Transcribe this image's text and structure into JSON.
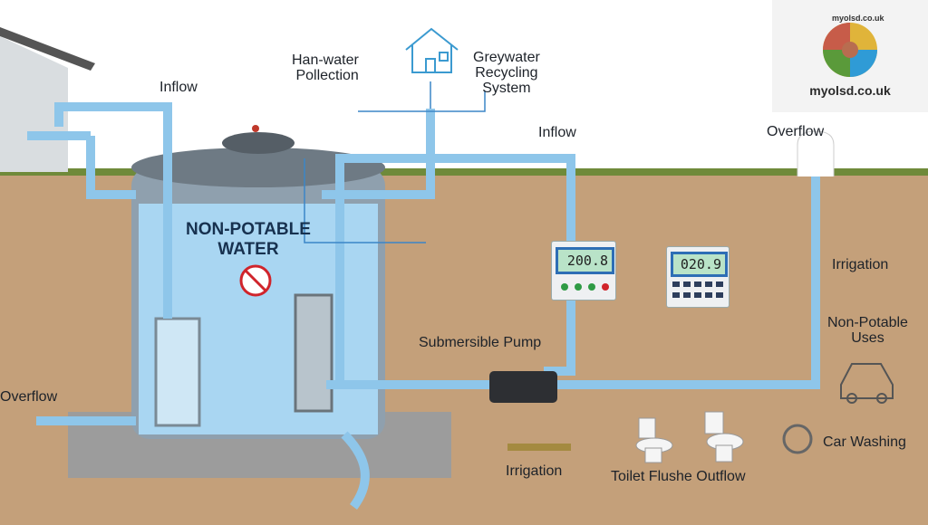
{
  "labels": {
    "inflow_left": "Inflow",
    "rain_collection": "Han-water\nPollection",
    "greywater": "Greywater\nRecycling\nSystem",
    "inflow_right": "Inflow",
    "overflow_top": "Overflow",
    "tank_title": "NON-POTABLE\nWATER",
    "irrigation_right": "Irrigation",
    "non_potable_uses": "Non-Potable\nUses",
    "submersible_pump": "Submersible Pump",
    "overflow_left": "Overflow",
    "irrigation_bottom": "Irrigation",
    "toilet": "Toilet Flushe Outflow",
    "car_washing": "Car Washing"
  },
  "meters": {
    "left_readout": "200.8",
    "right_readout": "020.9"
  },
  "logo": {
    "arc_text": "myolsd.co.uk",
    "name": "myolsd.co.uk"
  },
  "colors": {
    "pipe": "#8ec6ea",
    "water": "#a9d6f2",
    "ground": "#b58f67",
    "grass": "#6f8a3a"
  }
}
